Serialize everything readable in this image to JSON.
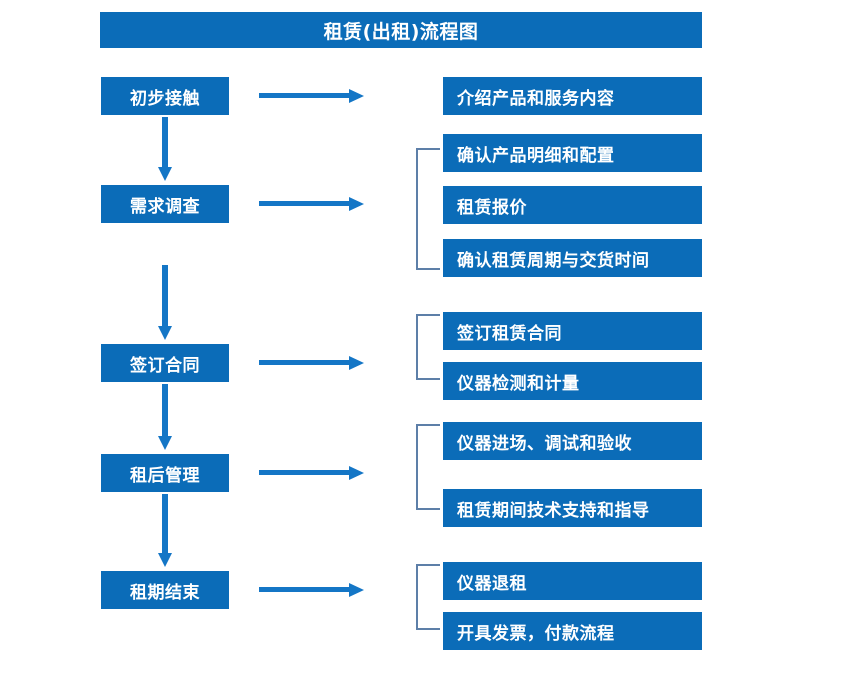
{
  "title": {
    "text": "租赁(出租)流程图"
  },
  "colors": {
    "box_fill": "#0b6cb8",
    "title_fill": "#0b6cb8",
    "arrow": "#1476c6",
    "bracket": "#5d7fa8",
    "text": "#ffffff",
    "background": "#ffffff"
  },
  "stages": [
    {
      "id": "stage-initial-contact",
      "label": "初步接触"
    },
    {
      "id": "stage-needs-survey",
      "label": "需求调查"
    },
    {
      "id": "stage-sign-contract",
      "label": "签订合同"
    },
    {
      "id": "stage-post-rental-mgmt",
      "label": "租后管理"
    },
    {
      "id": "stage-lease-end",
      "label": "租期结束"
    }
  ],
  "details": [
    {
      "id": "detail-introduce-products",
      "label": "介绍产品和服务内容"
    },
    {
      "id": "detail-confirm-spec",
      "label": "确认产品明细和配置"
    },
    {
      "id": "detail-rental-quote",
      "label": "租赁报价"
    },
    {
      "id": "detail-confirm-period",
      "label": "确认租赁周期与交货时间"
    },
    {
      "id": "detail-sign-rental-contract",
      "label": "签订租赁合同"
    },
    {
      "id": "detail-inspect-measure",
      "label": "仪器检测和计量"
    },
    {
      "id": "detail-delivery-acceptance",
      "label": "仪器进场、调试和验收"
    },
    {
      "id": "detail-tech-support",
      "label": "租赁期间技术支持和指导"
    },
    {
      "id": "detail-instrument-return",
      "label": "仪器退租"
    },
    {
      "id": "detail-invoice-payment",
      "label": "开具发票，付款流程"
    }
  ],
  "connectors": {
    "horizontal_arrows": 5,
    "vertical_arrows": 4,
    "brackets": 4
  },
  "diagram_data": {
    "type": "flowchart",
    "orientation": "vertical-with-branches",
    "flow": [
      {
        "stage": "初步接触",
        "outputs": [
          "介绍产品和服务内容"
        ]
      },
      {
        "stage": "需求调查",
        "outputs": [
          "确认产品明细和配置",
          "租赁报价",
          "确认租赁周期与交货时间"
        ]
      },
      {
        "stage": "签订合同",
        "outputs": [
          "签订租赁合同",
          "仪器检测和计量"
        ]
      },
      {
        "stage": "租后管理",
        "outputs": [
          "仪器进场、调试和验收",
          "租赁期间技术支持和指导"
        ]
      },
      {
        "stage": "租期结束",
        "outputs": [
          "仪器退租",
          "开具发票，付款流程"
        ]
      }
    ]
  }
}
